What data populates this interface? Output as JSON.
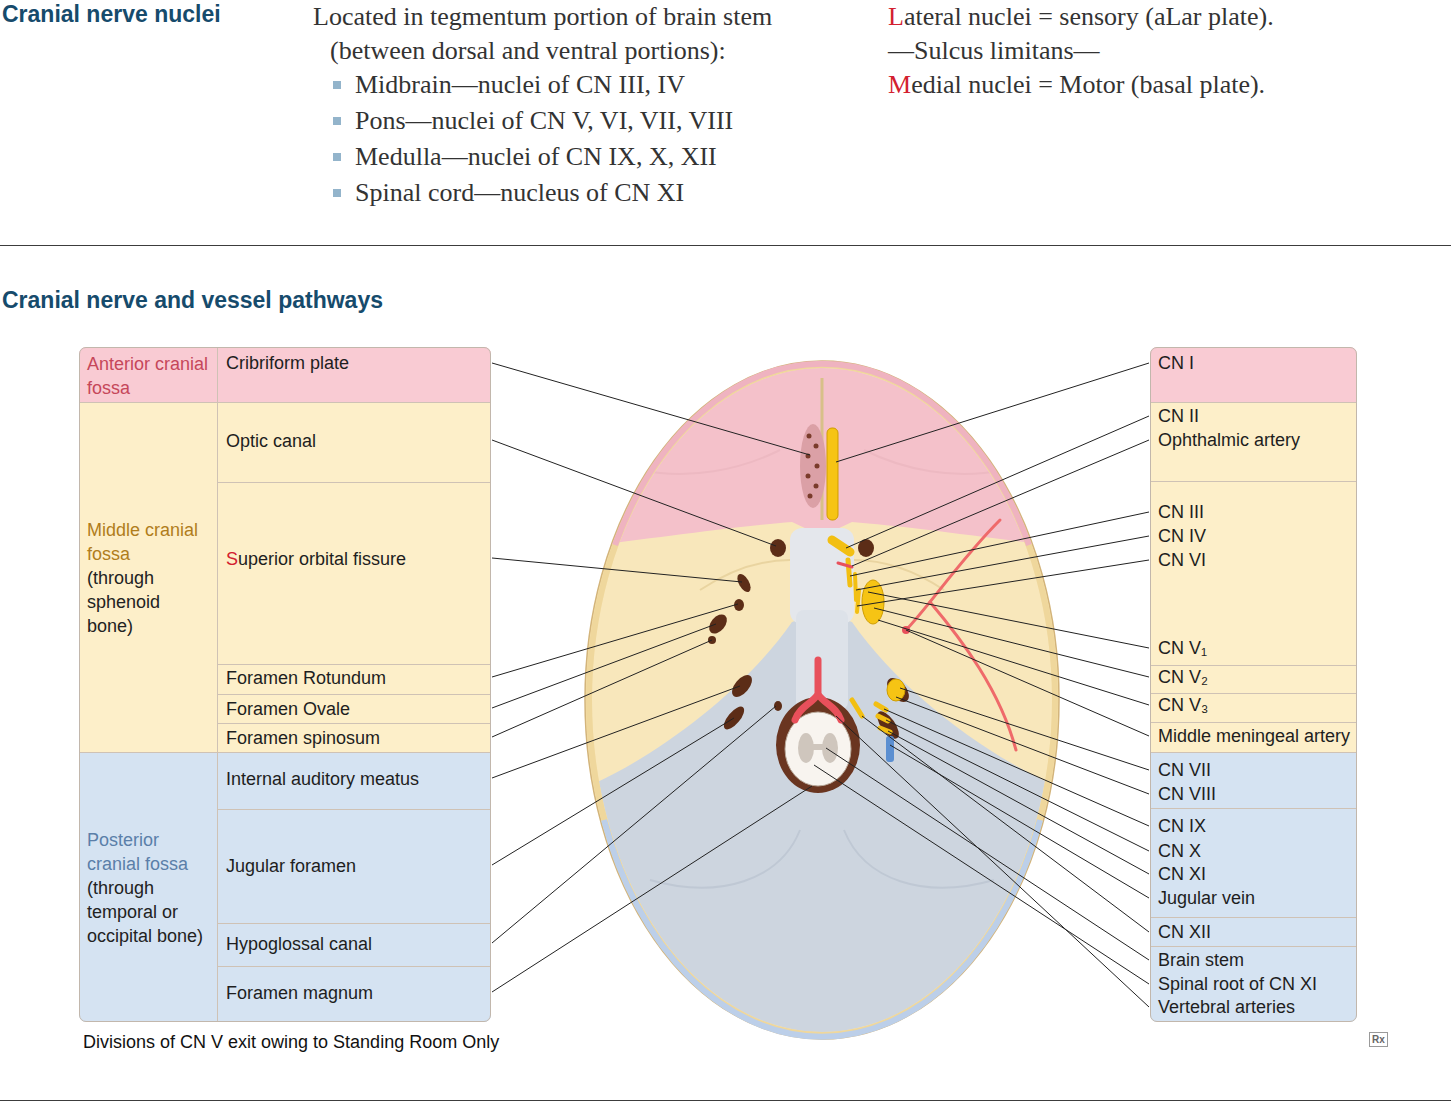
{
  "diagram": {
    "title": "Cranial nerve nuclei",
    "caption": "Divisions of CN V exit owing to Standing Room Only",
    "nodes": [
      {
        "text": [
          "Anterior cranial fossa"
        ]
      },
      {
        "text": [
          "Cribriform plate"
        ],
        "in": 0
      },
      {
        "text": [
          "Middle cranial fossa",
          "(through sphenoid bone)"
        ]
      },
      {
        "text": [
          "Optic canal"
        ],
        "in": 2
      },
      {
        "text": [
          "Superior orbital fissure"
        ],
        "in": 2
      },
      {
        "text": [
          "Foramen Rotundum"
        ],
        "in": 2
      },
      {
        "text": [
          "Foramen Ovale"
        ],
        "in": 2
      },
      {
        "text": [
          "Foramen spinosum"
        ],
        "in": 2
      },
      {
        "text": [
          "Posterior cranial fossa",
          "(through temporal or occipital bone)"
        ]
      },
      {
        "text": [
          "Internal auditory meatus"
        ],
        "in": 8
      },
      {
        "text": [
          "Jugular foramen"
        ],
        "in": 8
      },
      {
        "text": [
          "Hypoglossal canal"
        ],
        "in": 8
      },
      {
        "text": [
          "Foramen magnum"
        ],
        "in": 8
      },
      {
        "text": [
          "CN I"
        ]
      },
      {
        "text": [
          "CN II",
          "Ophthalmic artery"
        ]
      },
      {
        "text": [
          "CN III",
          "CN IV",
          "CN VI",
          "CN V₁"
        ]
      },
      {
        "text": [
          "CN V₂"
        ]
      },
      {
        "text": [
          "CN V₃"
        ]
      },
      {
        "text": [
          "Middle meningeal artery"
        ]
      },
      {
        "text": [
          "CN VII",
          "CN VIII"
        ]
      },
      {
        "text": [
          "CN IX",
          "CN X",
          "CN XI",
          "Jugular vein"
        ]
      },
      {
        "text": [
          "CN XII"
        ]
      },
      {
        "text": [
          "Brain stem",
          "Spinal root of CN XI",
          "Vertebral arteries"
        ]
      }
    ],
    "labels": [
      "Located in tegmentum portion of brain stem (between dorsal and ventral portions):",
      "Midbrain—nuclei of CN III, IV",
      "Pons—nuclei of CN V, VI, VII, VIII",
      "Medulla—nuclei of CN IX, X, XII",
      "Spinal cord—nucleus of CN XI",
      "Lateral nuclei = sensory (aLar plate).",
      "—Sulcus limitans—",
      "Medial nuclei = Motor (basal plate).",
      "Cranial nerve and vessel pathways",
      "Rx"
    ]
  }
}
